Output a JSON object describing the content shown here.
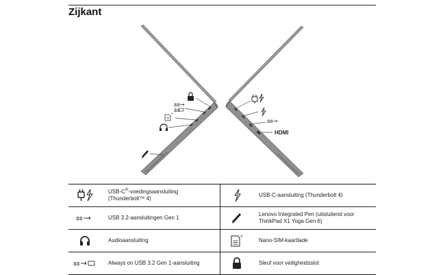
{
  "page": {
    "title": "Zijkant"
  },
  "illustration": {
    "left_side_ports": [
      "lock-icon",
      "usb-always-on-icon",
      "sim-tray-icon",
      "headphone-icon",
      "pen-icon"
    ],
    "right_side_ports": [
      "usb-c-power-icon",
      "thunderbolt-icon",
      "usb-ss-icon"
    ],
    "hdmi_label": "HDMI",
    "ss_label": "SS"
  },
  "legend": {
    "rows": [
      {
        "left": {
          "icon": "usb-c-power-thunderbolt-icon",
          "text_main": "USB-C",
          "text_sup": "®",
          "text_rest": "-voedingsaansluiting",
          "text_line2": "(Thunderbolt™ 4)"
        },
        "right": {
          "icon": "thunderbolt-icon",
          "text": "USB-C-aansluiting (Thunderbolt 4)"
        }
      },
      {
        "left": {
          "icon": "usb-ss-icon",
          "icon_label": "SS",
          "text": "USB 3.2-aansluitingen Gen 1"
        },
        "right": {
          "icon": "pen-icon",
          "text": "Lenovo Integrated Pen (uitsluitend voor",
          "text_line2": "ThinkPad X1 Yoga Gen 6)"
        }
      },
      {
        "left": {
          "icon": "headphone-icon",
          "text": "Audioaansluiting"
        },
        "right": {
          "icon": "sim-tray-icon",
          "text": "Nano-SIM-kaartlade"
        }
      },
      {
        "left": {
          "icon": "usb-always-on-icon",
          "icon_label": "SS",
          "text": "Always on USB 3.2 Gen 1-aansluiting"
        },
        "right": {
          "icon": "lock-icon",
          "text": "Sleuf voor veiligheidsslot"
        }
      }
    ]
  },
  "colors": {
    "laptop_body": "#8c8c8c",
    "laptop_edge": "#5a5a5a",
    "sim_star": "#d8102c",
    "rule": "#222222"
  }
}
